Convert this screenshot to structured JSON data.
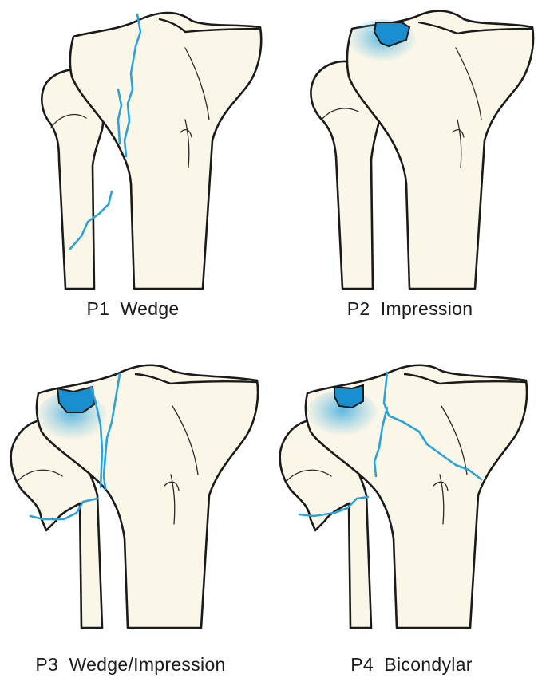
{
  "colors": {
    "bone_fill": "#fbf7e8",
    "outline": "#1a1a1a",
    "fracture": "#2aa3dc",
    "depression": "#1a8fd0"
  },
  "panels": [
    {
      "id": "p1",
      "label": "P1  Wedge"
    },
    {
      "id": "p2",
      "label": "P2  Impression"
    },
    {
      "id": "p3",
      "label": "P3  Wedge/Impression"
    },
    {
      "id": "p4",
      "label": "P4  Bicondylar"
    }
  ]
}
